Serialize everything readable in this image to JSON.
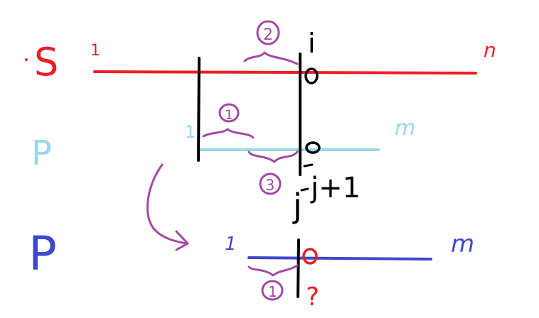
{
  "rows": {
    "S": {
      "name": "S",
      "start": "1",
      "end": "n",
      "color": "#ee1d24"
    },
    "P1": {
      "name": "P",
      "start": "1",
      "end": "m",
      "color": "#99d8ea"
    },
    "P2": {
      "name": "P",
      "start": "1",
      "end": "m",
      "color": "#3f48cc"
    }
  },
  "markers": {
    "i": "i",
    "j_plus_1": "j+1",
    "j": "j",
    "question": "?"
  },
  "segments": {
    "s2": "2",
    "s1_upper": "1",
    "s3": "3",
    "s1_lower": "1"
  },
  "colors": {
    "ink": "#000000",
    "annotation": "#a349a4",
    "highlight": "#ee1d24"
  }
}
